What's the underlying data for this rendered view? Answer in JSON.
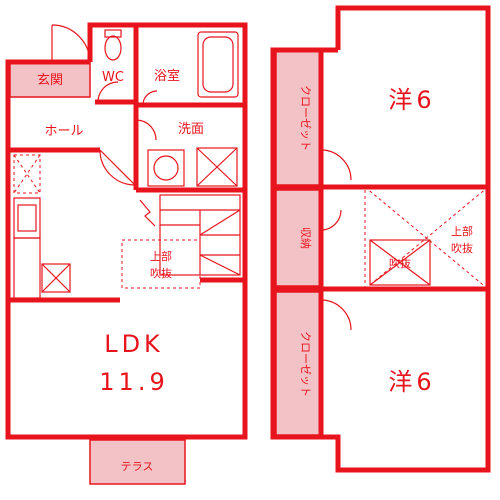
{
  "floor1": {
    "entrance": "玄関",
    "wc": "WC",
    "bath": "浴室",
    "hall": "ホール",
    "washroom": "洗面",
    "upper_void": [
      "上部",
      "吹抜"
    ],
    "ldk_name": "LDK",
    "ldk_size": "11.9",
    "terrace": "テラス"
  },
  "floor2": {
    "room_top": "洋6",
    "room_bottom": "洋6",
    "closet_top": "クローゼット",
    "closet_bottom": "クローゼット",
    "storage": "収納",
    "void": "吹抜",
    "upper_void": [
      "上部",
      "吹抜"
    ]
  }
}
